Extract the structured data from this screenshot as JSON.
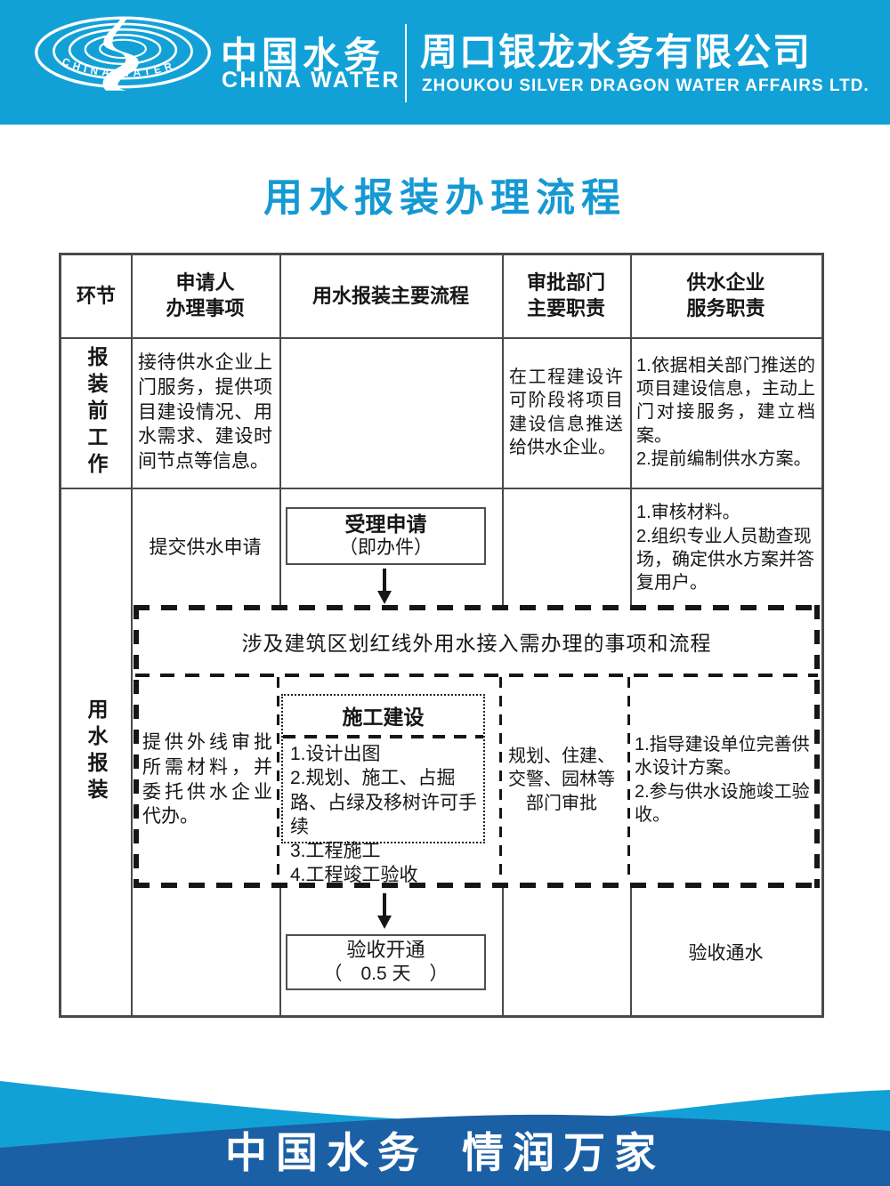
{
  "header": {
    "logo": {
      "name_cn": "中国水务",
      "name_en": "CHINA WATER",
      "ring_text": "CHINA WATER"
    },
    "company_cn": "周口银龙水务有限公司",
    "company_en": "ZHOUKOU SILVER DRAGON WATER AFFAIRS LTD."
  },
  "title": "用水报装办理流程",
  "table": {
    "col_headers": {
      "stage": "环节",
      "applicant_l1": "申请人",
      "applicant_l2": "办理事项",
      "process": "用水报装主要流程",
      "approval_l1": "审批部门",
      "approval_l2": "主要职责",
      "supplier_l1": "供水企业",
      "supplier_l2": "服务职责"
    },
    "row_pre": {
      "label": "报装前工作",
      "applicant": "接待供水企业上门服务，提供项目建设情况、用水需求、建设时间节点等信息。",
      "approval": "在工程建设许可阶段将项目建设信息推送给供水企业。",
      "supplier": [
        "1.依据相关部门推送的项目建设信息，主动上门对接服务，建立档案。",
        "2.提前编制供水方案。"
      ]
    },
    "row_apply": {
      "label": "用水报装",
      "step_accept": {
        "applicant": "提交供水申请",
        "box_title": "受理申请",
        "box_note": "（即办件）",
        "supplier": [
          "1.审核材料。",
          "2.组织专业人员勘查现场，确定供水方案并答复用户。"
        ]
      },
      "redline_section": {
        "title": "涉及建筑区划红线外用水接入需办理的事项和流程",
        "applicant": "提供外线审批所需材料，并委托供水企业代办。",
        "construction": {
          "title": "施工建设",
          "items": [
            "1.设计出图",
            "2.规划、施工、占掘路、占绿及移树许可手续",
            "3.工程施工",
            "4.工程竣工验收"
          ]
        },
        "approval": "规划、住建、交警、园林等部门审批",
        "supplier": [
          "1.指导建设单位完善供水设计方案。",
          "2.参与供水设施竣工验收。"
        ]
      },
      "step_open": {
        "box_title": "验收开通",
        "box_note": "（　0.5 天　）",
        "supplier": "验收通水"
      }
    }
  },
  "footer": {
    "slogan_left": "中国水务",
    "slogan_right": "情润万家"
  },
  "colors": {
    "brand_cyan": "#12a1d7",
    "deep_blue": "#1b5fa5",
    "title_cyan": "#1599d3",
    "grid_gray": "#4a4a4a",
    "ink": "#161616"
  }
}
